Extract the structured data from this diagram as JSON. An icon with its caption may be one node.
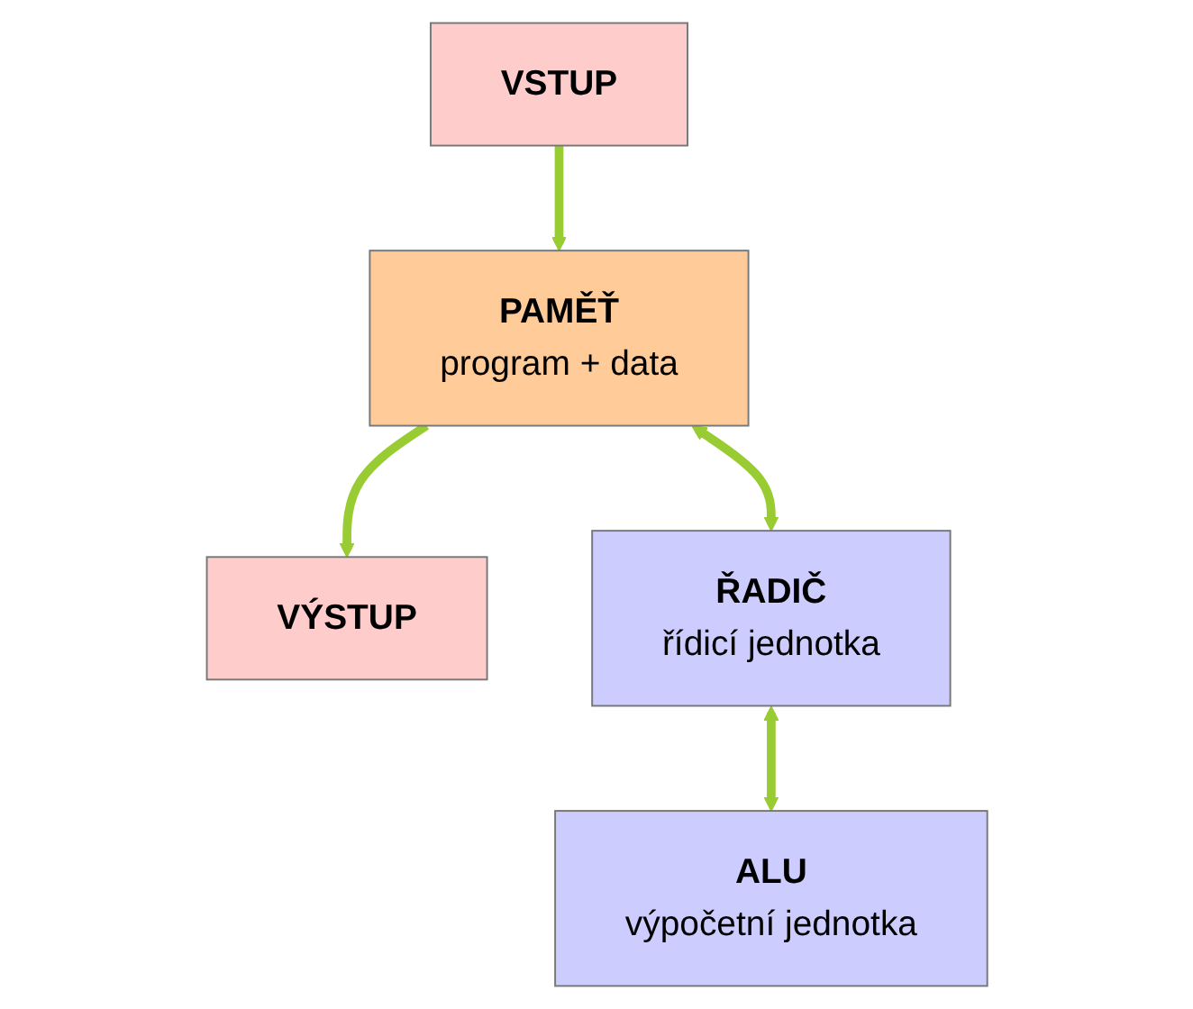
{
  "diagram": {
    "nodes": [
      {
        "text": [
          "VSTUP"
        ]
      },
      {
        "text": [
          "PAMĚŤ",
          "program + data"
        ]
      },
      {
        "text": [
          "VÝSTUP"
        ]
      },
      {
        "text": [
          "ŘADIČ",
          "řídicí jednotka"
        ]
      },
      {
        "text": [
          "ALU",
          "výpočetní jednotka"
        ]
      }
    ],
    "edges": [
      {
        "from": 0,
        "to": 1,
        "arrow": "to"
      },
      {
        "from": 1,
        "to": 2,
        "arrow": "to"
      },
      {
        "from": 1,
        "to": 3,
        "arrow": "both"
      },
      {
        "from": 3,
        "to": 4,
        "arrow": "both"
      }
    ]
  }
}
